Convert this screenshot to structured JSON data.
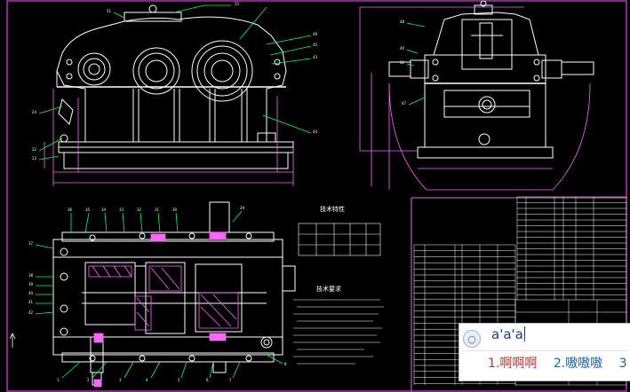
{
  "drawing": {
    "notes_title_1": "技术特性",
    "notes_title_2": "技术要求",
    "colors": {
      "outline": "#ffffff",
      "border": "#ff55ff",
      "dimension": "#ff66ff",
      "leader": "#00ff55",
      "hatch": "#ff66ff",
      "background": "#000000"
    }
  },
  "ime": {
    "composition": "a'a'a",
    "logo_icon": "ime-logo-icon",
    "candidates": [
      {
        "index": "1.",
        "text": "啊啊啊"
      },
      {
        "index": "2.",
        "text": "嗷嗷嗷"
      },
      {
        "index": "3",
        "text": ""
      }
    ]
  }
}
